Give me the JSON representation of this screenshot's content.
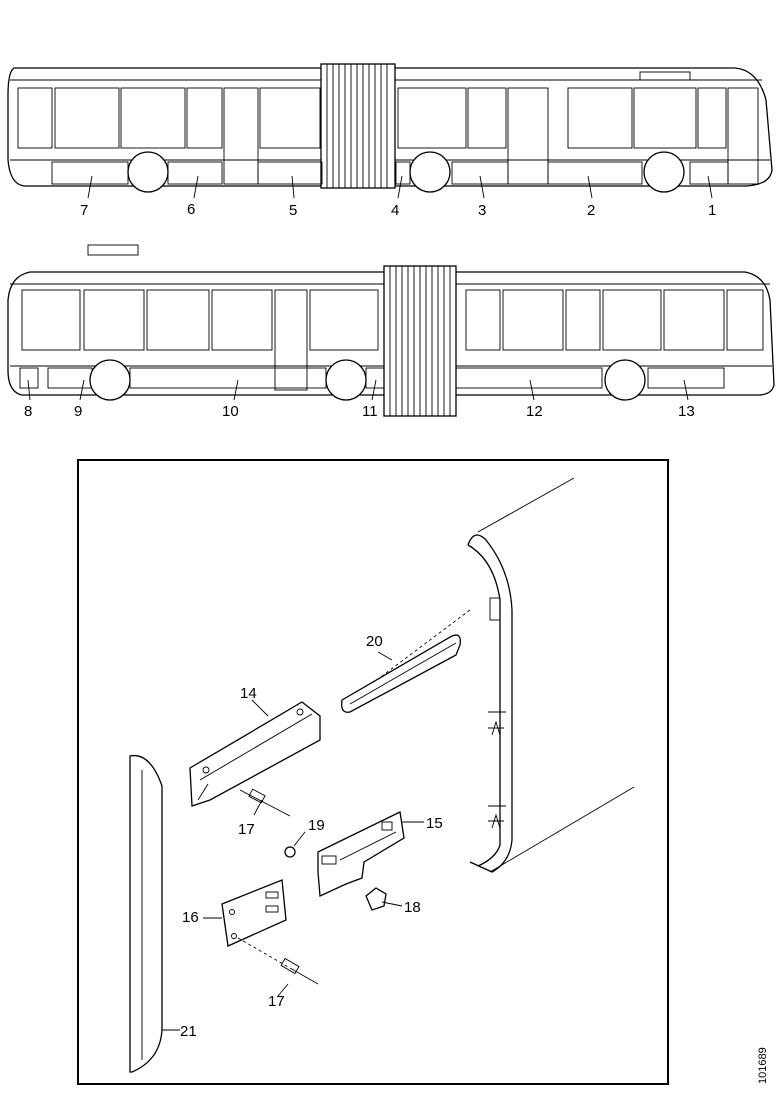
{
  "bus_views": {
    "top_callouts": [
      "7",
      "6",
      "5",
      "4",
      "3",
      "2",
      "1"
    ],
    "bottom_callouts": [
      "8",
      "9",
      "10",
      "11",
      "12",
      "13"
    ]
  },
  "detail": {
    "callouts": [
      "14",
      "15",
      "16",
      "17",
      "17",
      "18",
      "19",
      "20",
      "21"
    ]
  },
  "drawing_code": "101689"
}
